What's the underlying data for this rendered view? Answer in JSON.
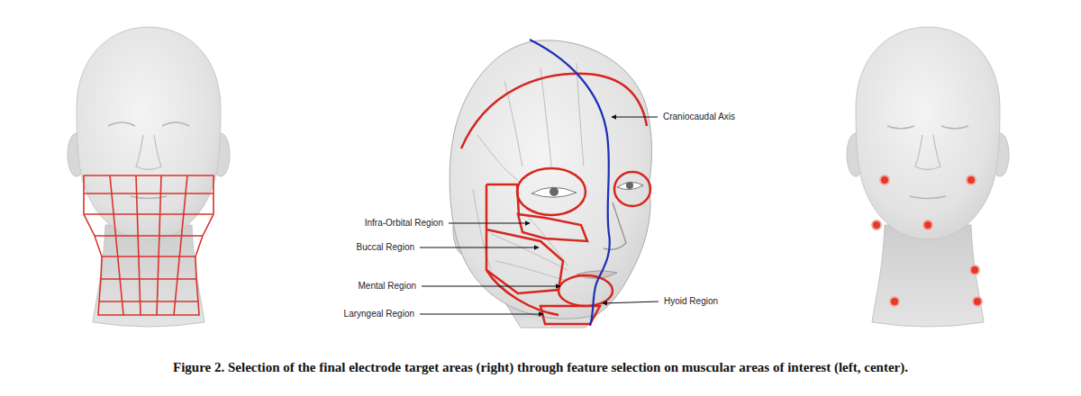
{
  "diagram": {
    "caption": "Figure 2. Selection of the final electrode target areas (right) through feature selection on muscular areas of interest (left, center).",
    "labels": [
      "Craniocaudal Axis",
      "Infra-Orbital Region",
      "Buccal Region",
      "Mental Region",
      "Hyoid Region",
      "Laryngeal Region"
    ]
  }
}
